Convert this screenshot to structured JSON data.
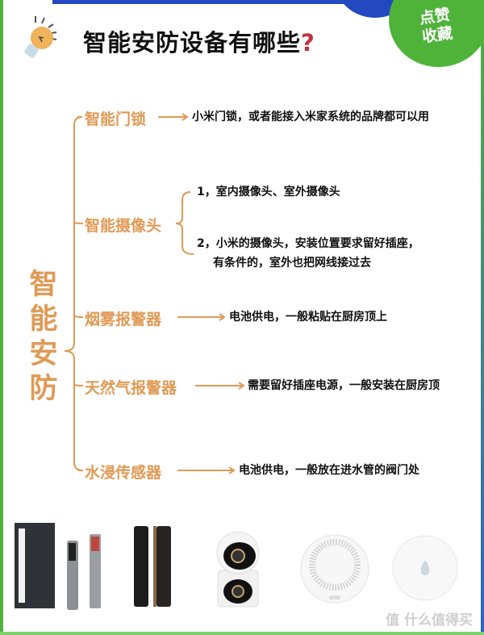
{
  "title": {
    "text": "智能安防设备有哪些",
    "mark": "?"
  },
  "badge": {
    "line1": "点赞",
    "line2": "收藏"
  },
  "root": {
    "chars": [
      "智",
      "能",
      "安",
      "防"
    ]
  },
  "branches": [
    {
      "label": "智能门锁",
      "leaf": "小米门锁，或者能接入米家系统的品牌都可以用"
    },
    {
      "label": "智能摄像头",
      "sub1": "1，室内摄像头、室外摄像头",
      "sub2_line1": "2，小米的摄像头，安装位置要求留好插座，",
      "sub2_line2": "有条件的，室外也把网线接过去"
    },
    {
      "label": "烟雾报警器",
      "leaf": "电池供电，一般粘贴在厨房顶上"
    },
    {
      "label": "天然气报警器",
      "leaf": "需要留好插座电源，一般安装在厨房顶"
    },
    {
      "label": "水浸传感器",
      "leaf": "电池供电，一般放在进水管的阀门处"
    }
  ],
  "watermark": "值 什么值得买",
  "colors": {
    "accent": "#e09a55",
    "green": "#4fb33a",
    "blue": "#2448c0",
    "question": "#c4323c"
  }
}
